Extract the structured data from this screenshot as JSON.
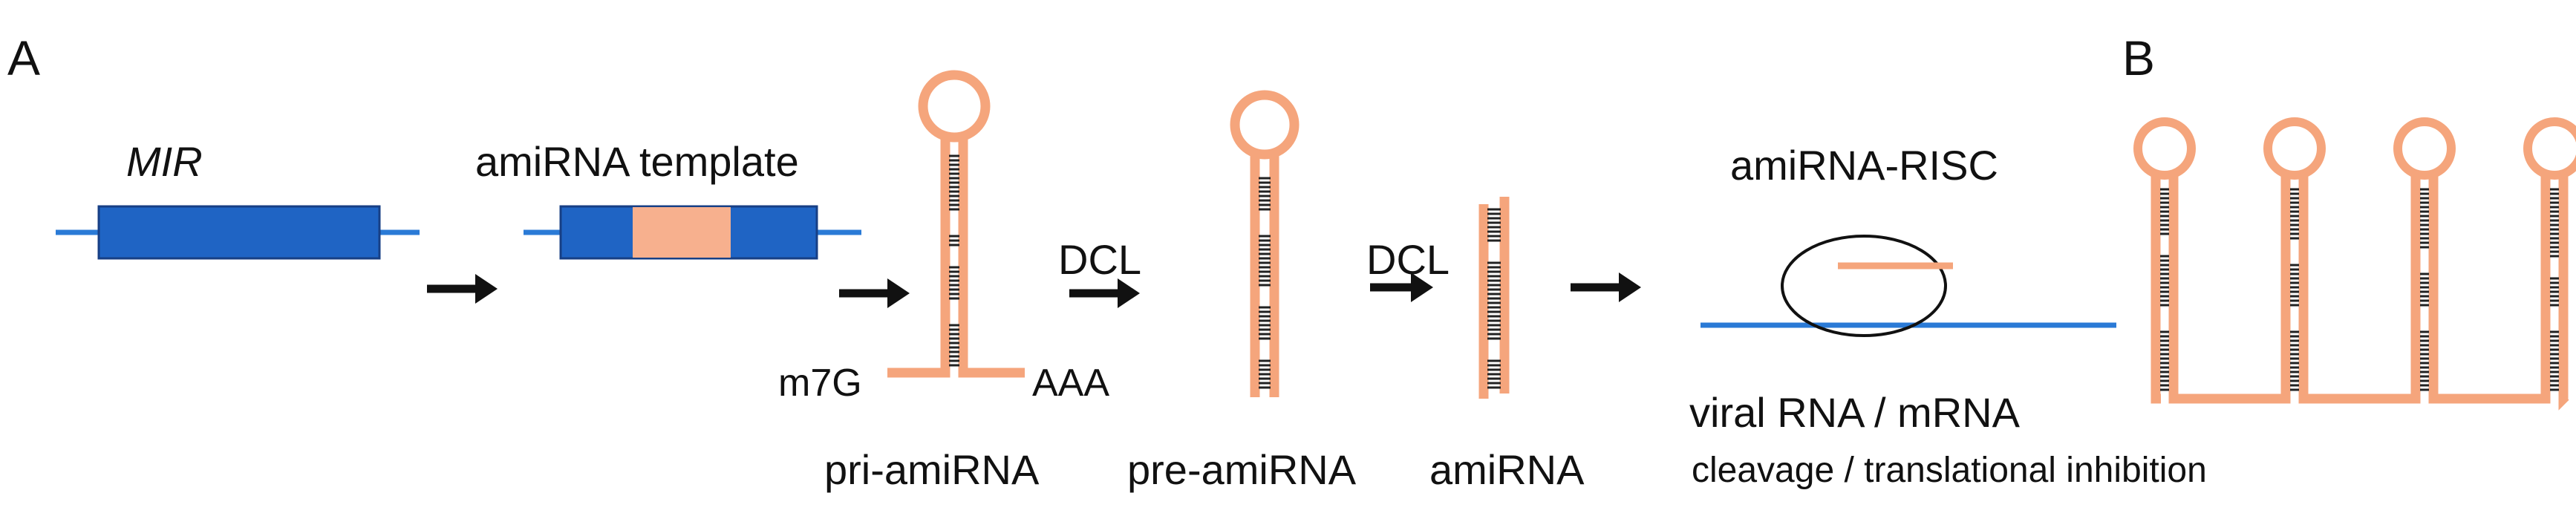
{
  "panels": {
    "a": "A",
    "b": "B"
  },
  "labels": {
    "mir": "MIR",
    "amirna_template": "amiRNA template",
    "m7g": "m7G",
    "aaa": "AAA",
    "pri_amirna": "pri-amiRNA",
    "dcl_1": "DCL",
    "pre_amirna": "pre-amiRNA",
    "dcl_2": "DCL",
    "amirna": "amiRNA",
    "amirna_risc": "amiRNA-RISC",
    "viral_rna": "viral RNA / mRNA",
    "cleavage": "cleavage / translational inhibition"
  },
  "colors": {
    "gene_blue": "#1f64c4",
    "gene_line": "#2a7ad6",
    "rna_salmon": "#f5a57c",
    "insert": "#f7b08e",
    "arrow": "#111111"
  },
  "tandem_hairpin_count": 4
}
